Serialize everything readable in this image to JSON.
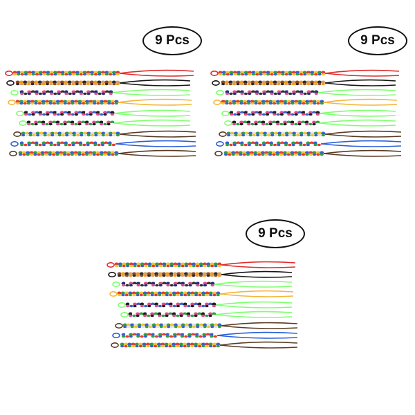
{
  "groups": [
    {
      "badge": "9 Pcs"
    },
    {
      "badge": "9 Pcs"
    },
    {
      "badge": "9 Pcs"
    }
  ],
  "bracelets": [
    {
      "pattern": [
        "#e63b2e",
        "#3a5fcd",
        "#f2c531",
        "#2f9e44"
      ],
      "cord": "#e02b2b",
      "cord_ends": "#e02b2b"
    },
    {
      "pattern": [
        "#8b4a1f",
        "#f29a1c",
        "#2b2b2b",
        "#d9a066"
      ],
      "cord": "#151515",
      "cord_ends": "#151515"
    },
    {
      "pattern": [
        "#1f2f7a",
        "#ffffff",
        "#e24b8a",
        "#2f2f2f"
      ],
      "cord": "#7dff6e",
      "cord_ends": "#7dff6e"
    },
    {
      "pattern": [
        "#e63b2e",
        "#2f9e44",
        "#f2c531",
        "#3a5fcd"
      ],
      "cord": "#f5b53a",
      "cord_ends": "#f5b53a"
    },
    {
      "pattern": [
        "#1c1c1c",
        "#ffffff",
        "#e24b8a",
        "#3a5fcd"
      ],
      "cord": "#7dff6e",
      "cord_ends": "#7dff6e"
    },
    {
      "pattern": [
        "#1c1c1c",
        "#ffffff",
        "#e24b8a",
        "#2f9e44"
      ],
      "cord": "#7dff6e",
      "cord_ends": "#7dff6e"
    },
    {
      "pattern": [
        "#2f9e44",
        "#f2c531",
        "#3a5fcd",
        "#e2e2e2"
      ],
      "cord": "#5a3a24",
      "cord_ends": "#5a3a24"
    },
    {
      "pattern": [
        "#3a5fcd",
        "#ffffff",
        "#2f9e44",
        "#e63b2e"
      ],
      "cord": "#2a5fd6",
      "cord_ends": "#2a5fd6"
    },
    {
      "pattern": [
        "#2f9e44",
        "#f2c531",
        "#3a5fcd",
        "#e63b2e"
      ],
      "cord": "#5a3a24",
      "cord_ends": "#5a3a24"
    }
  ]
}
